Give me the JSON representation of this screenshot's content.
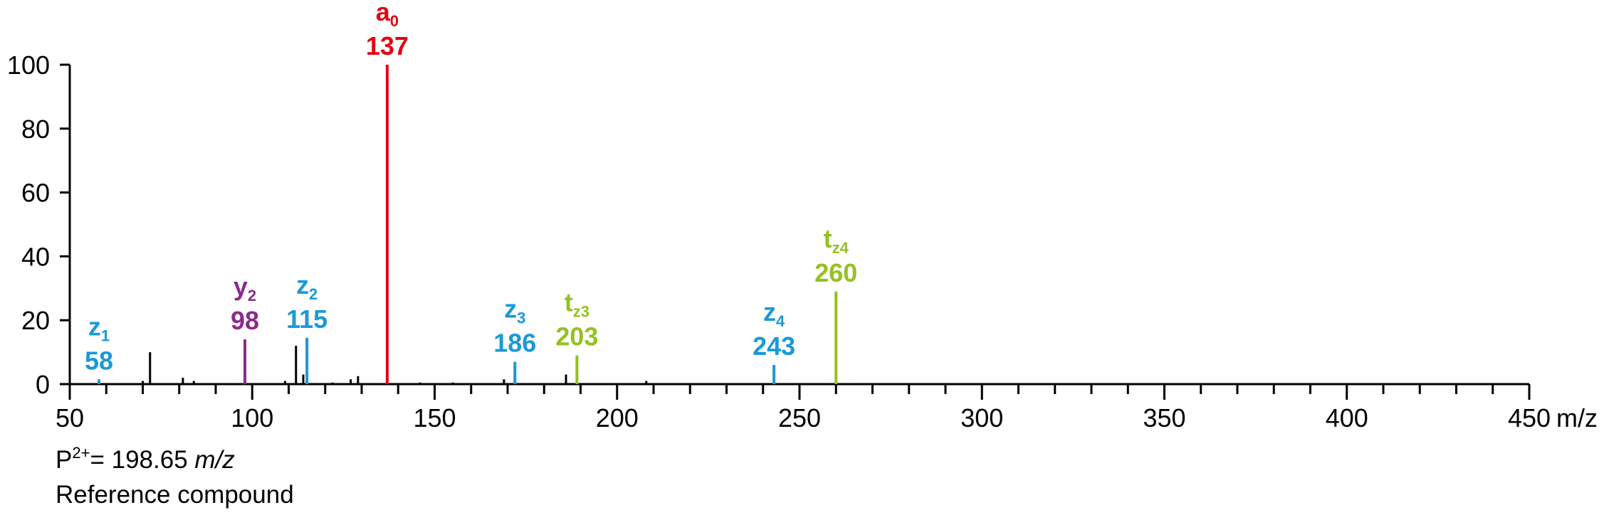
{
  "chart_data": {
    "type": "bar",
    "xlabel": "m/z",
    "ylabel": "",
    "xlim": [
      50,
      450
    ],
    "ylim": [
      0,
      100
    ],
    "x_ticks": [
      50,
      100,
      150,
      200,
      250,
      300,
      350,
      400,
      450
    ],
    "y_ticks": [
      0,
      20,
      40,
      60,
      80,
      100
    ],
    "grid": false,
    "colors": {
      "unassigned": "#000000",
      "a_ion": "#e30613",
      "y_ion": "#8b2b8c",
      "z_ion": "#1a9ad6",
      "t_ion": "#95c11f"
    },
    "annotated_peaks": [
      {
        "ion": "z",
        "sub": "1",
        "label": "58",
        "x": 58,
        "y": 1.5,
        "color": "#1a9ad6"
      },
      {
        "ion": "y",
        "sub": "2",
        "label": "98",
        "x": 98,
        "y": 14,
        "color": "#8b2b8c"
      },
      {
        "ion": "z",
        "sub": "2",
        "label": "115",
        "x": 115,
        "y": 14.5,
        "color": "#1a9ad6"
      },
      {
        "ion": "a",
        "sub": "0",
        "label": "137",
        "x": 137,
        "y": 100,
        "color": "#e30613"
      },
      {
        "ion": "z",
        "sub": "3",
        "label": "186",
        "x": 172,
        "y": 7,
        "color": "#1a9ad6"
      },
      {
        "ion": "t",
        "sub": "z3",
        "label": "203",
        "x": 189,
        "y": 9,
        "color": "#95c11f"
      },
      {
        "ion": "z",
        "sub": "4",
        "label": "243",
        "x": 243,
        "y": 6,
        "color": "#1a9ad6"
      },
      {
        "ion": "t",
        "sub": "z4",
        "label": "260",
        "x": 260,
        "y": 29,
        "color": "#95c11f"
      }
    ],
    "unassigned_peaks": [
      {
        "x": 70,
        "y": 1
      },
      {
        "x": 72,
        "y": 10
      },
      {
        "x": 81,
        "y": 2
      },
      {
        "x": 84,
        "y": 1
      },
      {
        "x": 109,
        "y": 1
      },
      {
        "x": 112,
        "y": 12
      },
      {
        "x": 114,
        "y": 3
      },
      {
        "x": 122,
        "y": 0.5
      },
      {
        "x": 127,
        "y": 1.5
      },
      {
        "x": 129,
        "y": 2.5
      },
      {
        "x": 146,
        "y": 0.5
      },
      {
        "x": 155,
        "y": 0.5
      },
      {
        "x": 169,
        "y": 1.5
      },
      {
        "x": 186,
        "y": 3
      },
      {
        "x": 208,
        "y": 1
      }
    ]
  },
  "caption": {
    "precursor_prefix": "P",
    "precursor_charge": "2+",
    "precursor_value": "= 198.65 ",
    "precursor_unit": "m/z",
    "compound": "Reference compound"
  }
}
